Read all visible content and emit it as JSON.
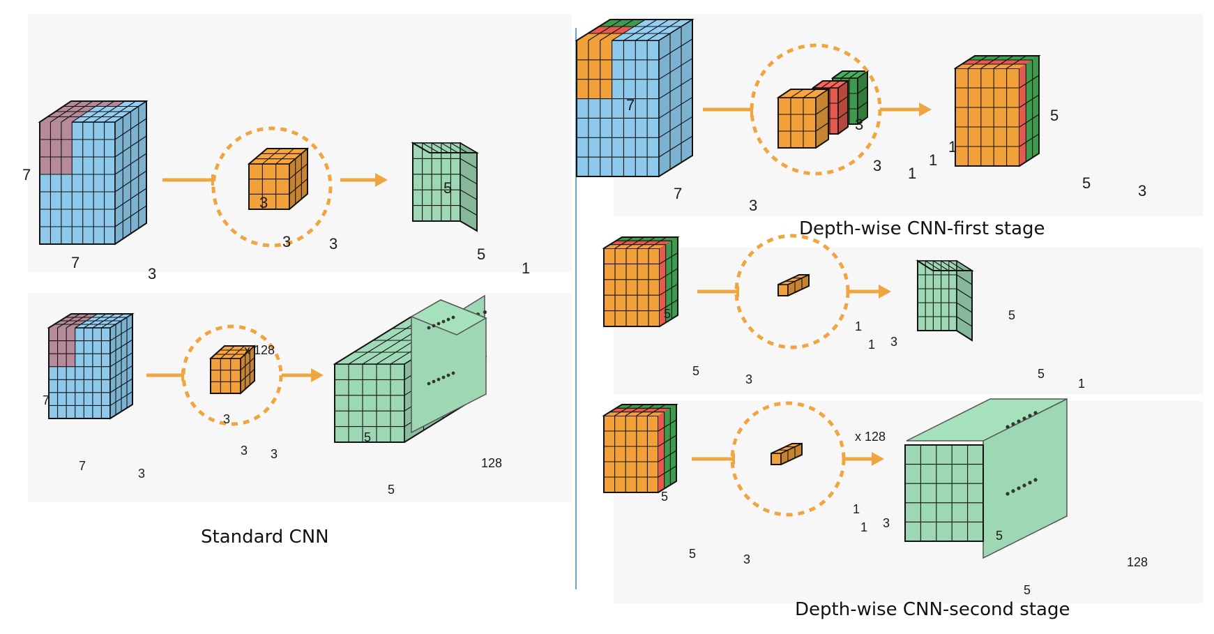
{
  "colors": {
    "blue": "#8ec9ec",
    "mauve": "#b68a9b",
    "orange": "#f2a03a",
    "red": "#e55a4e",
    "green_dark": "#3e9a4c",
    "green_light": "#9dd7b3",
    "arrow": "#f0a640",
    "divider": "#3a7fd0",
    "panel_bg": "#f7f7f7"
  },
  "standard": {
    "top": {
      "input": {
        "h": "7",
        "w": "7",
        "d": "3"
      },
      "kernel": {
        "h": "3",
        "w": "3",
        "d": "3"
      },
      "output": {
        "h": "5",
        "w": "5",
        "d": "1"
      }
    },
    "bottom": {
      "input": {
        "h": "7",
        "w": "7",
        "d": "3"
      },
      "multiplier": "x 128",
      "kernel": {
        "h": "3",
        "w": "3",
        "d": "3"
      },
      "output": {
        "h": "5",
        "w": "5",
        "d": "128"
      }
    },
    "caption": "Standard CNN"
  },
  "depthwise_first": {
    "input": {
      "h": "7",
      "w": "7",
      "d": "3"
    },
    "kernel": {
      "h": "3",
      "w": "3",
      "d1": "1",
      "d2": "1",
      "d3": "1"
    },
    "output": {
      "h": "5",
      "w": "5",
      "d": "3"
    },
    "caption": "Depth-wise CNN-first stage"
  },
  "depthwise_second": {
    "top": {
      "input": {
        "h": "5",
        "w": "5",
        "d": "3"
      },
      "kernel": {
        "h": "1",
        "w": "1",
        "d": "3"
      },
      "output": {
        "h": "5",
        "w": "5",
        "d": "1"
      }
    },
    "bottom": {
      "input": {
        "h": "5",
        "w": "5",
        "d": "3"
      },
      "multiplier": "x 128",
      "kernel": {
        "h": "1",
        "w": "1",
        "d": "3"
      },
      "output": {
        "h": "5",
        "w": "5",
        "d": "128"
      }
    },
    "caption": "Depth-wise CNN-second stage"
  }
}
